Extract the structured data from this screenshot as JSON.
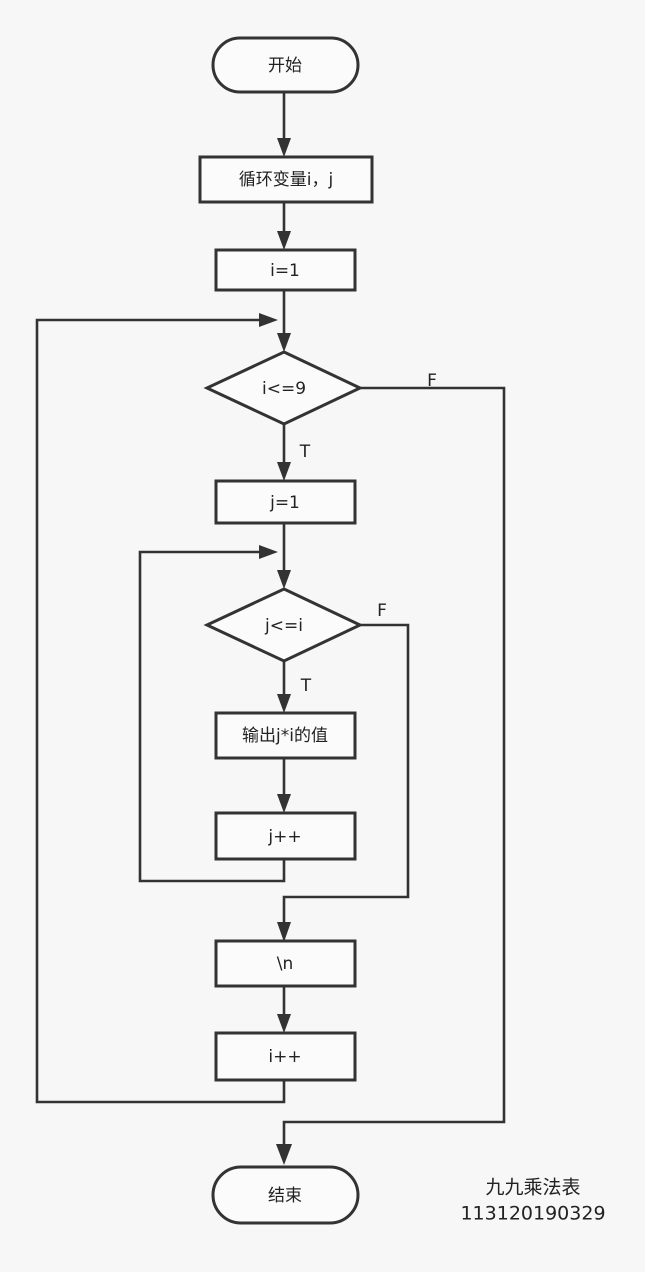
{
  "diagram": {
    "type": "flowchart",
    "title": "九九乘法表",
    "caption_line1": "九九乘法表",
    "caption_line2": "113120190329",
    "background_color": "#f7f7f7",
    "stroke_color": "#333333",
    "fill_color": "#fbfbfb",
    "text_color": "#222222"
  },
  "nodes": {
    "start": {
      "label": "开始",
      "shape": "terminator"
    },
    "declare": {
      "label": "循环变量i，j",
      "shape": "process"
    },
    "init_i": {
      "label": "i=1",
      "shape": "process"
    },
    "cond_i": {
      "label": "i<=9",
      "shape": "decision"
    },
    "init_j": {
      "label": "j=1",
      "shape": "process"
    },
    "cond_j": {
      "label": "j<=i",
      "shape": "decision"
    },
    "output": {
      "label": "输出j*i的值",
      "shape": "process"
    },
    "inc_j": {
      "label": "j++",
      "shape": "process"
    },
    "newline": {
      "label": "\\n",
      "shape": "process"
    },
    "inc_i": {
      "label": "i++",
      "shape": "process"
    },
    "end": {
      "label": "结束",
      "shape": "terminator"
    }
  },
  "edge_labels": {
    "cond_i_false": "F",
    "cond_i_true": "T",
    "cond_j_false": "F",
    "cond_j_true": "T"
  }
}
